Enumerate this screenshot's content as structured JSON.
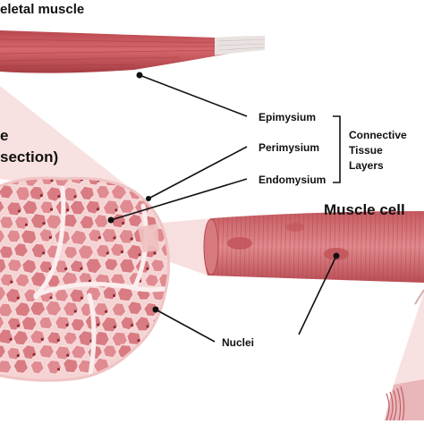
{
  "labels": {
    "skeletal_muscle": "eletal muscle",
    "fascicle_line1": "e",
    "fascicle_line2": "section)",
    "muscle_cell": "Muscle cell",
    "epimysium": "Epimysium",
    "perimysium": "Perimysium",
    "endomysium": "Endomysium",
    "connective_line1": "Connective",
    "connective_line2": "Tissue",
    "connective_line3": "Layers",
    "nuclei": "Nuclei"
  },
  "colors": {
    "muscle": "#c9575b",
    "muscle_dark": "#a83e44",
    "pink_bg": "#f7d9d9",
    "cell_pink": "#d4757c",
    "tendon": "#e8e0de",
    "line": "#111111"
  }
}
